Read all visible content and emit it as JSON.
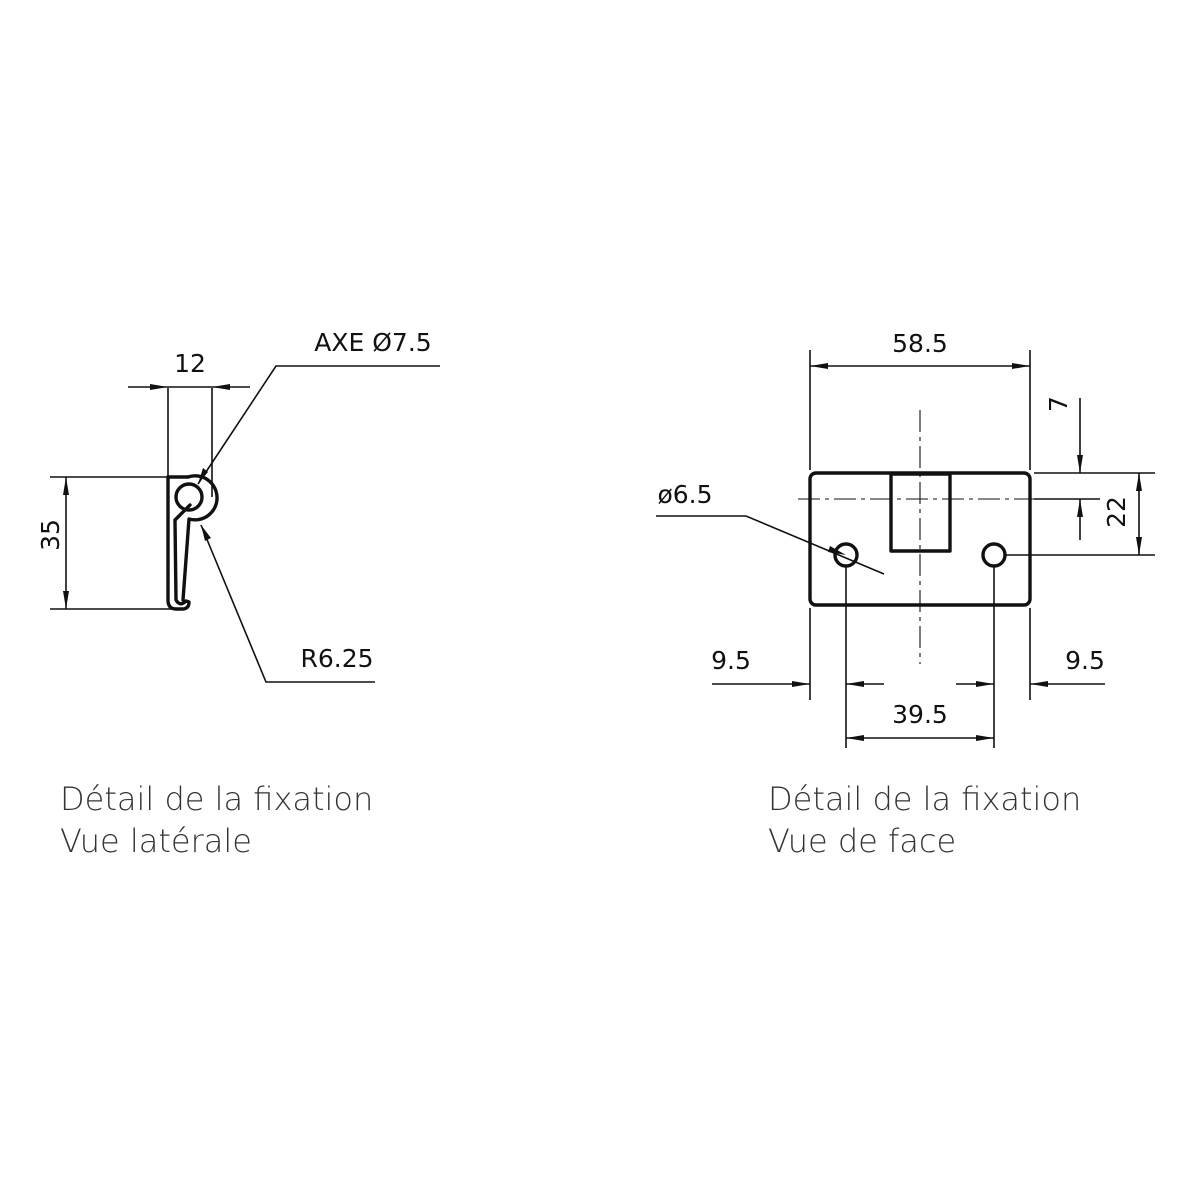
{
  "side_view": {
    "dim_width": "12",
    "dim_height": "35",
    "label_axis": "AXE  Ø7.5",
    "label_radius": "R6.25",
    "caption_line1": "Détail de la fixation",
    "caption_line2": "Vue latérale"
  },
  "front_view": {
    "dim_total_width": "58.5",
    "dim_top_offset": "7",
    "dim_height": "22",
    "label_hole": "ø6.5",
    "dim_left_offset": "9.5",
    "dim_right_offset": "9.5",
    "dim_hole_spacing": "39.5",
    "caption_line1": "Détail de la fixation",
    "caption_line2": "Vue de face"
  }
}
